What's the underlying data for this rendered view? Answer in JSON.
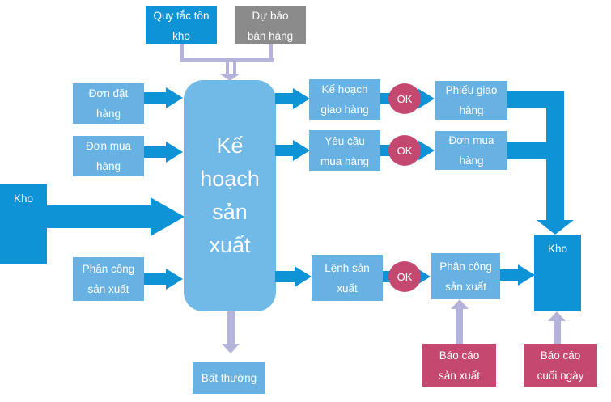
{
  "colors": {
    "primary_blue": "#0f93d7",
    "light_blue": "#67b2e2",
    "center_blue": "#71b9e6",
    "gray_box": "#8b8b8b",
    "crimson": "#c4486f",
    "lavender": "#b3b3db",
    "text_white": "#ffffff",
    "canvas_bg": "#ffffff"
  },
  "nodes": {
    "quy_tac_ton_kho": {
      "label": "Quy tắc tồn\nkho"
    },
    "du_bao_ban_hang": {
      "label": "Dự báo\nbán hàng"
    },
    "don_dat_hang": {
      "label": "Đơn đặt\nhàng"
    },
    "don_mua_hang_left": {
      "label": "Đơn mua\nhàng"
    },
    "kho_left": {
      "label": "Kho"
    },
    "phan_cong_san_xuat_left": {
      "label": "Phân công\nsản xuất"
    },
    "ke_hoach_san_xuat": {
      "label": "Kế\nhoạch\nsản\nxuất"
    },
    "ke_hoach_giao_hang": {
      "label": "Kế hoạch\ngiao hàng"
    },
    "yeu_cau_mua_hang": {
      "label": "Yêu cầu\nmua hàng"
    },
    "lenh_san_xuat": {
      "label": "Lệnh sản\nxuất"
    },
    "phieu_giao_hang": {
      "label": "Phiếu giao\nhàng"
    },
    "don_mua_hang_right": {
      "label": "Đơn mua\nhàng"
    },
    "phan_cong_san_xuat_right": {
      "label": "Phân công\nsản xuất"
    },
    "kho_right": {
      "label": "Kho"
    },
    "bat_thuong": {
      "label": "Bất thường"
    },
    "bao_cao_san_xuat": {
      "label": "Báo cáo\nsản xuất"
    },
    "bao_cao_cuoi_ngay": {
      "label": "Báo cáo\ncuối ngày"
    }
  },
  "gates": {
    "giao_hang": "OK",
    "mua_hang": "OK",
    "san_xuat": "OK"
  }
}
